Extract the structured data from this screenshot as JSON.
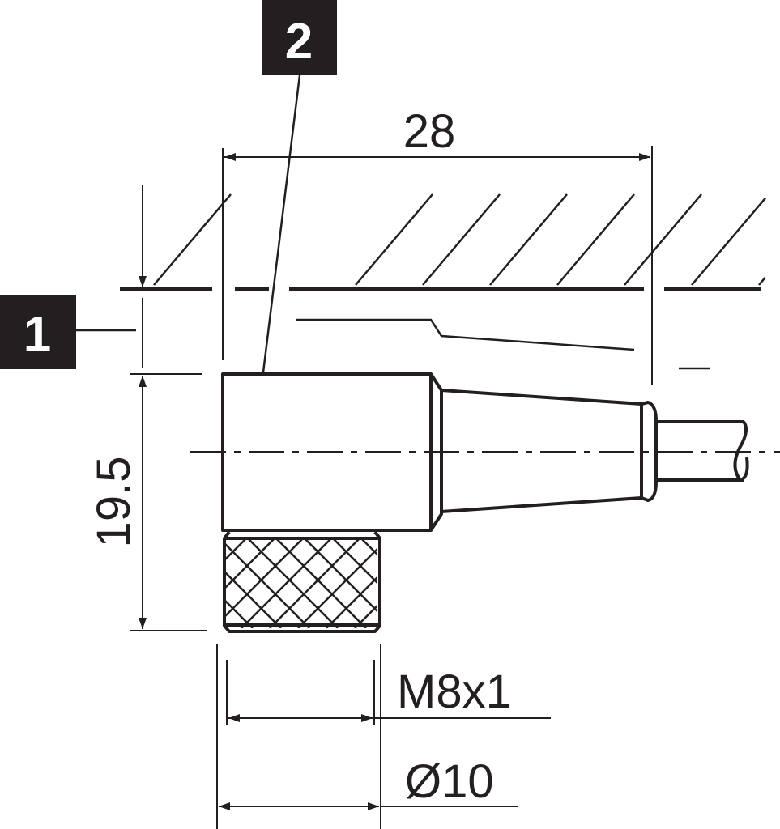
{
  "callouts": [
    {
      "number": "1",
      "target": "mounting-surface-distance"
    },
    {
      "number": "2",
      "target": "connector-body"
    }
  ],
  "dimensions": {
    "length": "28",
    "height": "19.5",
    "thread": "M8x1",
    "diameter": "Ø10"
  },
  "colors": {
    "line": "#231f20",
    "callout_bg": "#231f20",
    "callout_text": "#ffffff",
    "background": "#ffffff"
  }
}
